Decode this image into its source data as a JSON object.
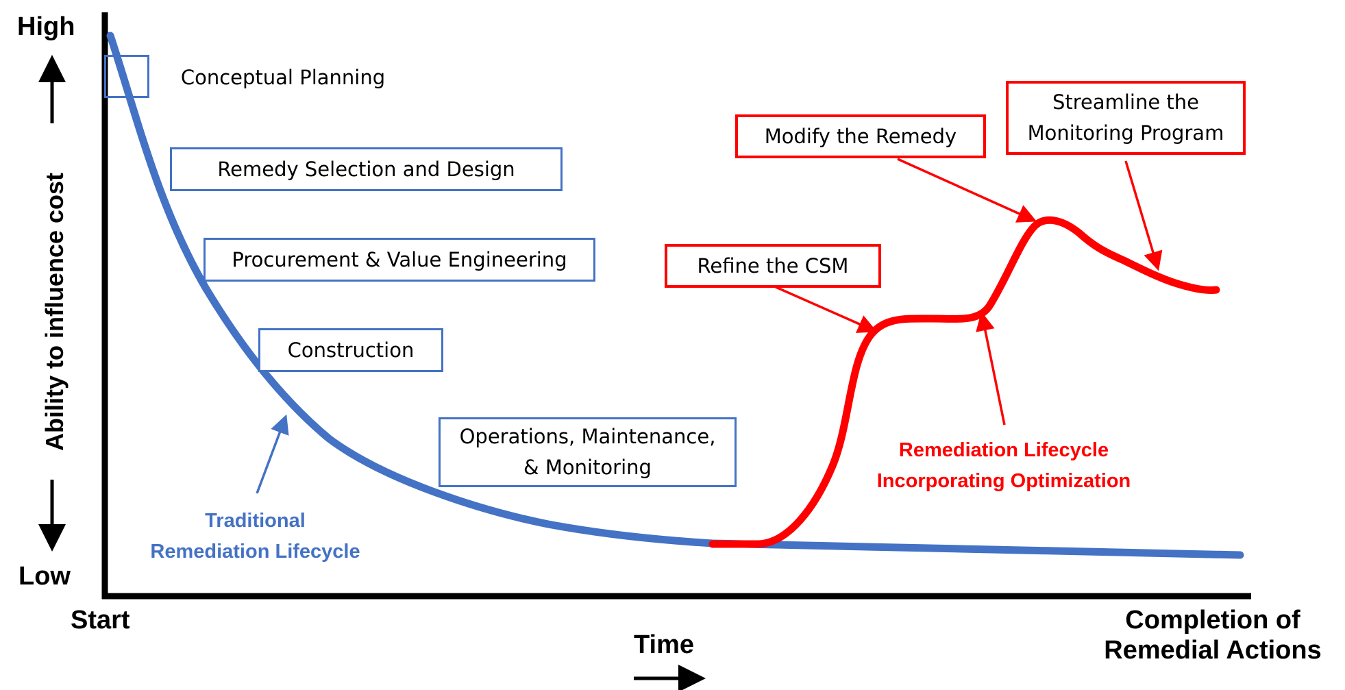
{
  "axis": {
    "y_high": "High",
    "y_low": "Low",
    "y_label": "Ability to influence cost",
    "x_start": "Start",
    "x_end_line1": "Completion of",
    "x_end_line2": "Remedial Actions",
    "x_label": "Time"
  },
  "traditional_phases": [
    "Conceptual Planning",
    "Remedy Selection and Design",
    "Procurement & Value Engineering",
    "Construction",
    "Operations, Maintenance,",
    "& Monitoring"
  ],
  "traditional_label": [
    "Traditional",
    "Remediation Lifecycle"
  ],
  "optimization_steps": [
    "Refine the CSM",
    "Modify the Remedy",
    "Streamline the",
    "Monitoring Program"
  ],
  "optimization_label": [
    "Remediation Lifecycle",
    "Incorporating Optimization"
  ],
  "colors": {
    "traditional": "#4472C4",
    "optimization": "#FF0000",
    "axis": "#000000"
  }
}
